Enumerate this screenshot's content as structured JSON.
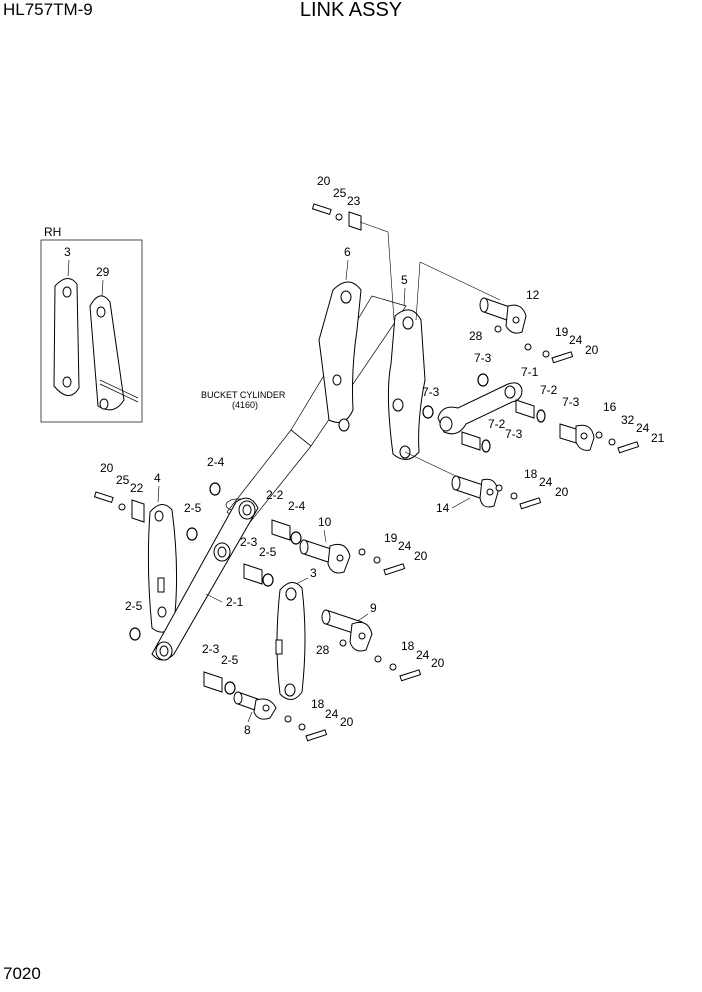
{
  "header": {
    "model": "HL757TM-9",
    "title": "LINK ASSY"
  },
  "footer": {
    "page_number": "7020"
  },
  "rh_box": {
    "label": "RH",
    "parts": [
      "3",
      "29"
    ]
  },
  "callout": {
    "line1": "BUCKET CYLINDER",
    "line2": "(4160)"
  },
  "labels": {
    "top_bolt": "20",
    "top_washer": "25",
    "top_plate": "23",
    "link6": "6",
    "link5": "5",
    "pin12": "12",
    "washer28a": "28",
    "w19a": "19",
    "w24a": "24",
    "b20a": "20",
    "r73a": "7-3",
    "lever71": "7-1",
    "r73b": "7-3",
    "b72a": "7-2",
    "r73c": "7-3",
    "b72b": "7-2",
    "r73d": "7-3",
    "pin16": "16",
    "w32": "32",
    "w24b": "24",
    "b21": "21",
    "pin14": "14",
    "w18a": "18",
    "w24c": "24",
    "b20b": "20",
    "left_bolt": "20",
    "left_washer": "25",
    "left_plate": "22",
    "link4": "4",
    "r24a": "2-4",
    "r25a": "2-5",
    "b22": "2-2",
    "r24b": "2-4",
    "b23a": "2-3",
    "r25b": "2-5",
    "pin10": "10",
    "w19b": "19",
    "w24d": "24",
    "b20c": "20",
    "r25c": "2-5",
    "link21": "2-1",
    "link3": "3",
    "pin9": "9",
    "washer28b": "28",
    "w18b": "18",
    "w24e": "24",
    "b20d": "20",
    "b23b": "2-3",
    "r25d": "2-5",
    "pin8": "8",
    "w18c": "18",
    "w24f": "24",
    "b20e": "20"
  }
}
